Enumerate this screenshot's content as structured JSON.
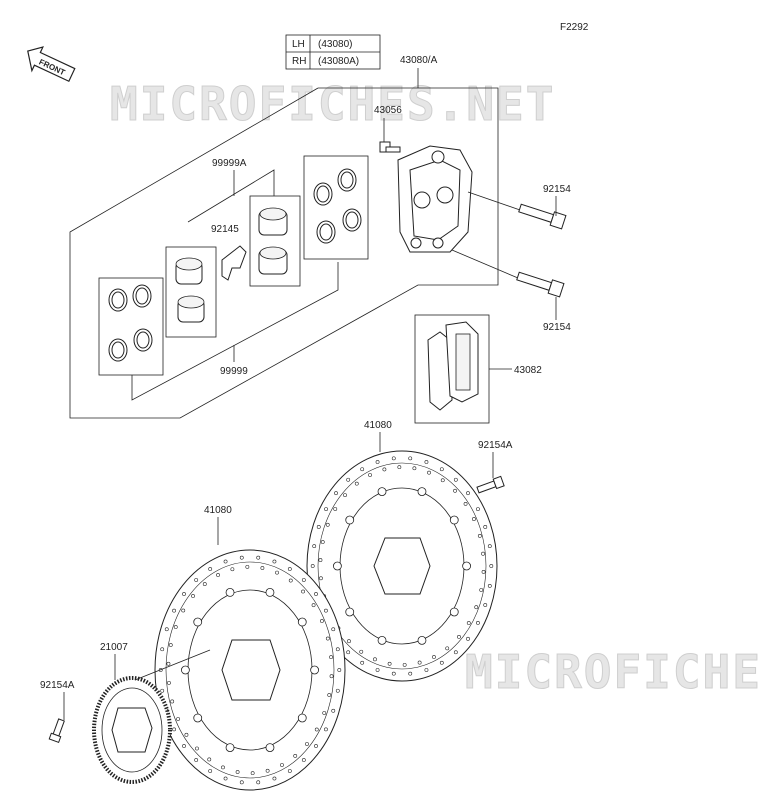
{
  "figure_code": "F2292",
  "front_label": "FRONT",
  "watermark": "MICROFICHES.NET",
  "table": {
    "rows": [
      {
        "side": "LH",
        "part": "(43080)"
      },
      {
        "side": "RH",
        "part": "(43080A)"
      }
    ]
  },
  "callouts": {
    "caliper": "43080/A",
    "bleeder": "43056",
    "bolt_upper": "92154",
    "bolt_lower": "92154",
    "seal_kit_a": "99999A",
    "pad_spring": "92145",
    "seal_kit": "99999",
    "pad_set": "43082",
    "disc_rear": "41080",
    "disc_front": "41080",
    "disc_bolt_a": "92154A",
    "sensor_rotor": "21007",
    "sensor_bolt": "92154A"
  }
}
